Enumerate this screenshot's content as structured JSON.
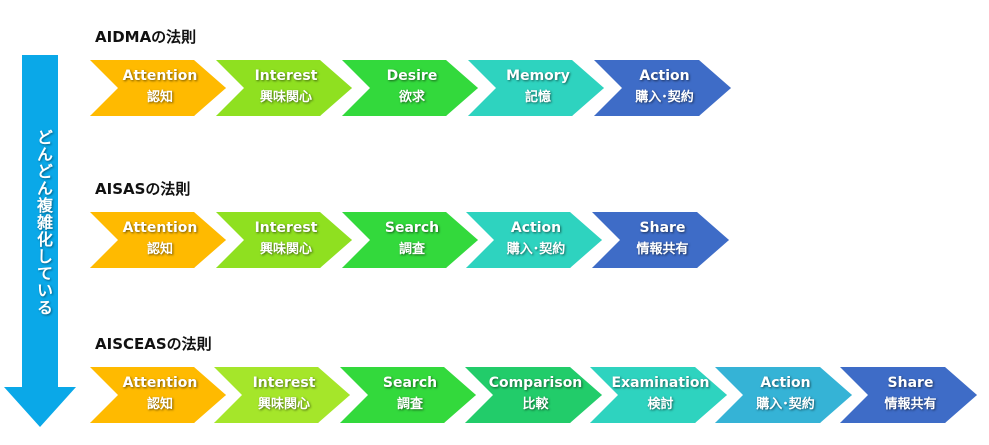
{
  "side_arrow": {
    "label": "どんどん複雑化している"
  },
  "models": [
    {
      "title": "AIDMAの法則",
      "steps": [
        {
          "en": "Attention",
          "ja": "認知",
          "color": "#ffba00"
        },
        {
          "en": "Interest",
          "ja": "興味関心",
          "color": "#8fe020"
        },
        {
          "en": "Desire",
          "ja": "欲求",
          "color": "#33d93c"
        },
        {
          "en": "Memory",
          "ja": "記憶",
          "color": "#2ed3bf"
        },
        {
          "en": "Action",
          "ja": "購入･契約",
          "color": "#3e6cc7"
        }
      ]
    },
    {
      "title": "AISASの法則",
      "steps": [
        {
          "en": "Attention",
          "ja": "認知",
          "color": "#ffba00"
        },
        {
          "en": "Interest",
          "ja": "興味関心",
          "color": "#8fe020"
        },
        {
          "en": "Search",
          "ja": "調査",
          "color": "#33d93c"
        },
        {
          "en": "Action",
          "ja": "購入･契約",
          "color": "#2ed3bf"
        },
        {
          "en": "Share",
          "ja": "情報共有",
          "color": "#3e6cc7"
        }
      ]
    },
    {
      "title": "AISCEASの法則",
      "steps": [
        {
          "en": "Attention",
          "ja": "認知",
          "color": "#ffba00"
        },
        {
          "en": "Interest",
          "ja": "興味関心",
          "color": "#a5e62a"
        },
        {
          "en": "Search",
          "ja": "調査",
          "color": "#33d93c"
        },
        {
          "en": "Comparison",
          "ja": "比較",
          "color": "#22cc6a"
        },
        {
          "en": "Examination",
          "ja": "検討",
          "color": "#2ed3bf"
        },
        {
          "en": "Action",
          "ja": "購入･契約",
          "color": "#35b3d6"
        },
        {
          "en": "Share",
          "ja": "情報共有",
          "color": "#3e6cc7"
        }
      ]
    }
  ]
}
